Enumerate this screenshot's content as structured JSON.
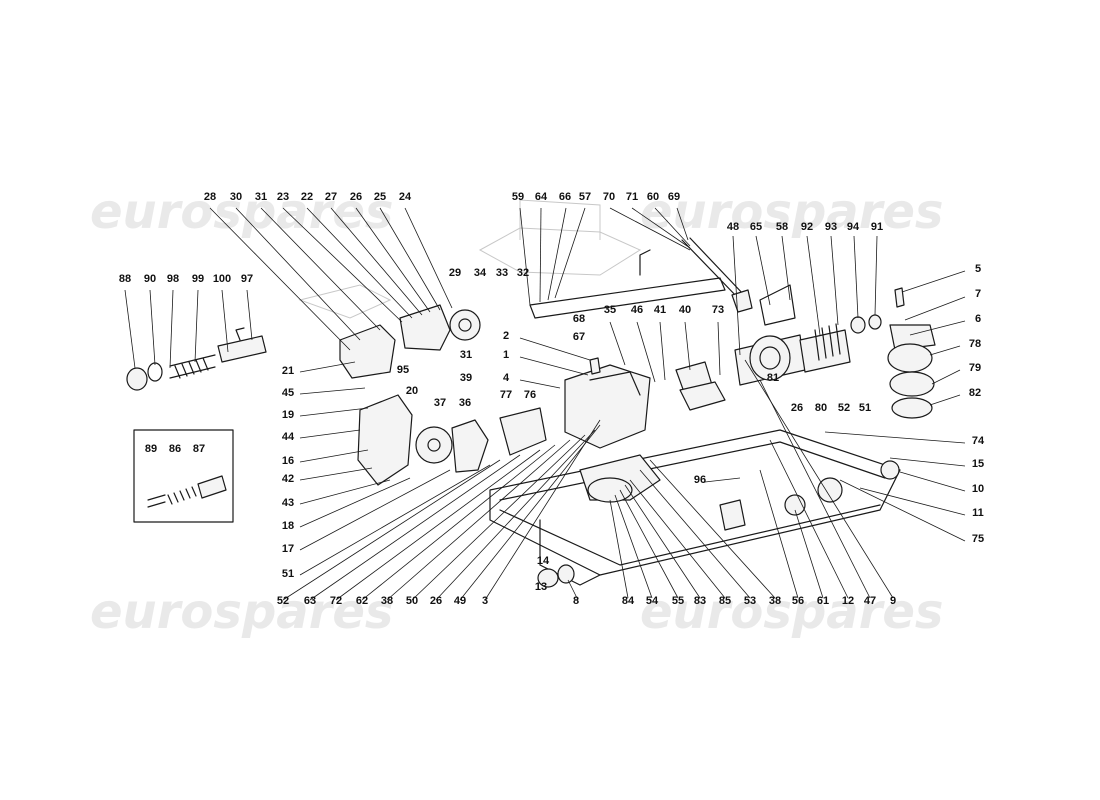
{
  "watermarks": [
    {
      "id": "wm1",
      "text": "eurospares"
    },
    {
      "id": "wm2",
      "text": "eurospares"
    },
    {
      "id": "wm3",
      "text": "eurospares"
    },
    {
      "id": "wm4",
      "text": "eurospares"
    }
  ],
  "callouts": [
    {
      "id": "88",
      "text": "88"
    },
    {
      "id": "90",
      "text": "90"
    },
    {
      "id": "98",
      "text": "98"
    },
    {
      "id": "99",
      "text": "99"
    },
    {
      "id": "100",
      "text": "100"
    },
    {
      "id": "97",
      "text": "97"
    },
    {
      "id": "28",
      "text": "28"
    },
    {
      "id": "30",
      "text": "30"
    },
    {
      "id": "31a",
      "text": "31"
    },
    {
      "id": "23",
      "text": "23"
    },
    {
      "id": "22",
      "text": "22"
    },
    {
      "id": "27",
      "text": "27"
    },
    {
      "id": "26a",
      "text": "26"
    },
    {
      "id": "25",
      "text": "25"
    },
    {
      "id": "24",
      "text": "24"
    },
    {
      "id": "59",
      "text": "59"
    },
    {
      "id": "64",
      "text": "64"
    },
    {
      "id": "66",
      "text": "66"
    },
    {
      "id": "57",
      "text": "57"
    },
    {
      "id": "70",
      "text": "70"
    },
    {
      "id": "71",
      "text": "71"
    },
    {
      "id": "60",
      "text": "60"
    },
    {
      "id": "69",
      "text": "69"
    },
    {
      "id": "48",
      "text": "48"
    },
    {
      "id": "65",
      "text": "65"
    },
    {
      "id": "58",
      "text": "58"
    },
    {
      "id": "92",
      "text": "92"
    },
    {
      "id": "93",
      "text": "93"
    },
    {
      "id": "94",
      "text": "94"
    },
    {
      "id": "91",
      "text": "91"
    },
    {
      "id": "5",
      "text": "5"
    },
    {
      "id": "7",
      "text": "7"
    },
    {
      "id": "6",
      "text": "6"
    },
    {
      "id": "78",
      "text": "78"
    },
    {
      "id": "79",
      "text": "79"
    },
    {
      "id": "82",
      "text": "82"
    },
    {
      "id": "29",
      "text": "29"
    },
    {
      "id": "34",
      "text": "34"
    },
    {
      "id": "33",
      "text": "33"
    },
    {
      "id": "32",
      "text": "32"
    },
    {
      "id": "68",
      "text": "68"
    },
    {
      "id": "67",
      "text": "67"
    },
    {
      "id": "2",
      "text": "2"
    },
    {
      "id": "35",
      "text": "35"
    },
    {
      "id": "46",
      "text": "46"
    },
    {
      "id": "41",
      "text": "41"
    },
    {
      "id": "40",
      "text": "40"
    },
    {
      "id": "73",
      "text": "73"
    },
    {
      "id": "1",
      "text": "1"
    },
    {
      "id": "4",
      "text": "4"
    },
    {
      "id": "77",
      "text": "77"
    },
    {
      "id": "76",
      "text": "76"
    },
    {
      "id": "31b",
      "text": "31"
    },
    {
      "id": "39",
      "text": "39"
    },
    {
      "id": "21",
      "text": "21"
    },
    {
      "id": "95",
      "text": "95"
    },
    {
      "id": "45",
      "text": "45"
    },
    {
      "id": "20",
      "text": "20"
    },
    {
      "id": "19",
      "text": "19"
    },
    {
      "id": "44",
      "text": "44"
    },
    {
      "id": "37",
      "text": "37"
    },
    {
      "id": "36",
      "text": "36"
    },
    {
      "id": "16",
      "text": "16"
    },
    {
      "id": "42",
      "text": "42"
    },
    {
      "id": "43",
      "text": "43"
    },
    {
      "id": "18",
      "text": "18"
    },
    {
      "id": "17",
      "text": "17"
    },
    {
      "id": "51a",
      "text": "51"
    },
    {
      "id": "52a",
      "text": "52"
    },
    {
      "id": "63",
      "text": "63"
    },
    {
      "id": "72",
      "text": "72"
    },
    {
      "id": "62",
      "text": "62"
    },
    {
      "id": "38a",
      "text": "38"
    },
    {
      "id": "50",
      "text": "50"
    },
    {
      "id": "26b",
      "text": "26"
    },
    {
      "id": "49",
      "text": "49"
    },
    {
      "id": "3",
      "text": "3"
    },
    {
      "id": "14",
      "text": "14"
    },
    {
      "id": "13",
      "text": "13"
    },
    {
      "id": "8",
      "text": "8"
    },
    {
      "id": "84",
      "text": "84"
    },
    {
      "id": "54",
      "text": "54"
    },
    {
      "id": "55",
      "text": "55"
    },
    {
      "id": "83",
      "text": "83"
    },
    {
      "id": "85",
      "text": "85"
    },
    {
      "id": "53",
      "text": "53"
    },
    {
      "id": "38b",
      "text": "38"
    },
    {
      "id": "56",
      "text": "56"
    },
    {
      "id": "61",
      "text": "61"
    },
    {
      "id": "12",
      "text": "12"
    },
    {
      "id": "47",
      "text": "47"
    },
    {
      "id": "9",
      "text": "9"
    },
    {
      "id": "96",
      "text": "96"
    },
    {
      "id": "81",
      "text": "81"
    },
    {
      "id": "26c",
      "text": "26"
    },
    {
      "id": "80",
      "text": "80"
    },
    {
      "id": "52b",
      "text": "52"
    },
    {
      "id": "51b",
      "text": "51"
    },
    {
      "id": "74",
      "text": "74"
    },
    {
      "id": "15",
      "text": "15"
    },
    {
      "id": "10",
      "text": "10"
    },
    {
      "id": "11",
      "text": "11"
    },
    {
      "id": "75",
      "text": "75"
    },
    {
      "id": "89",
      "text": "89"
    },
    {
      "id": "86",
      "text": "86"
    },
    {
      "id": "87",
      "text": "87"
    }
  ]
}
